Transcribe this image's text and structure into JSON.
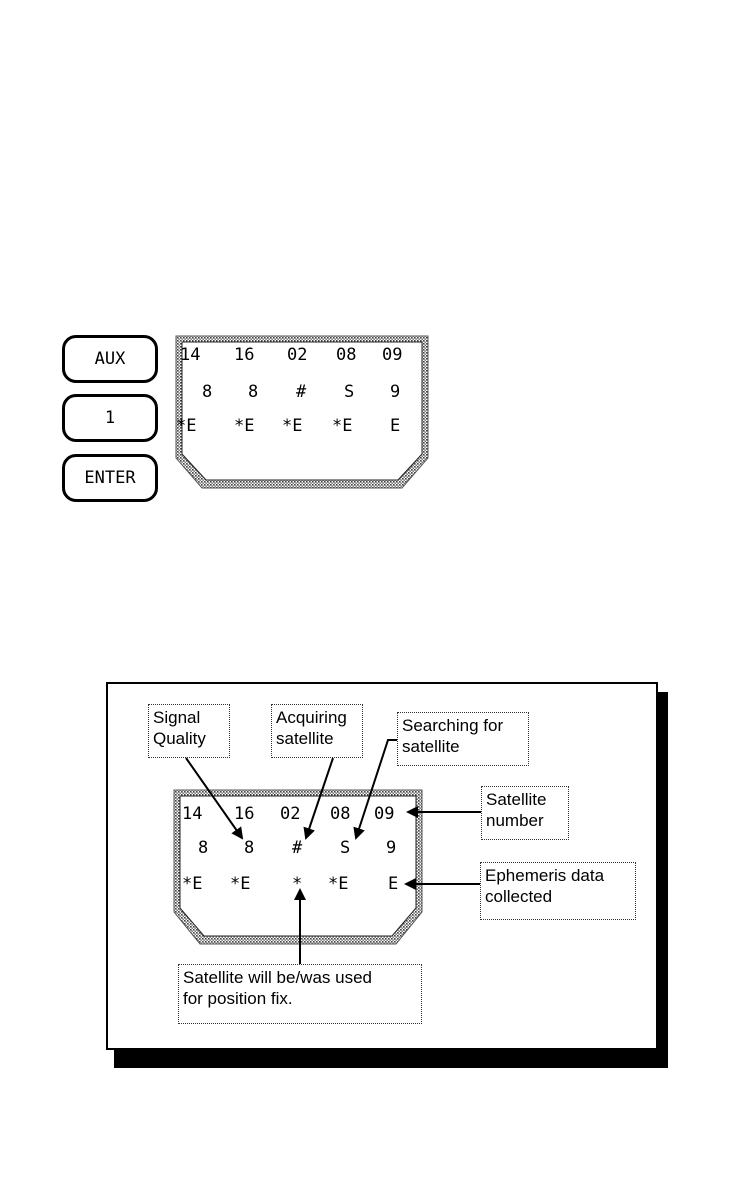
{
  "keys": [
    "AUX",
    "1",
    "ENTER"
  ],
  "screen": {
    "row1": [
      "14",
      "16",
      "02",
      "08",
      "09"
    ],
    "row2": [
      "8",
      "8",
      "#",
      "S",
      "9"
    ],
    "row3": [
      "*E",
      "*E",
      "*E",
      "*E",
      "E"
    ]
  },
  "legend": {
    "row1": [
      "14",
      "16",
      "02",
      "08",
      "09"
    ],
    "row2": [
      "8",
      "8",
      "#",
      "S",
      "9"
    ],
    "row3": [
      "*E",
      "*E",
      "*",
      "*E",
      "E"
    ],
    "callouts": {
      "signal_quality": [
        "Signal",
        "Quality"
      ],
      "acquiring": [
        "Acquiring",
        "satellite"
      ],
      "searching": [
        "Searching for",
        "satellite"
      ],
      "sat_number": [
        "Satellite",
        "number"
      ],
      "ephemeris": [
        "Ephemeris data",
        "collected"
      ],
      "position_fix": [
        "Satellite will be/was used",
        "for position fix."
      ]
    }
  }
}
